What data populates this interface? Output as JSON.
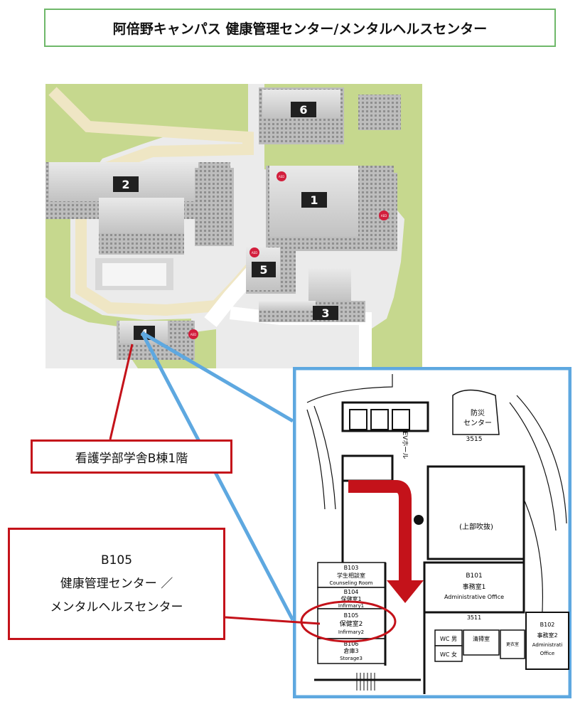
{
  "header": {
    "title": "阿倍野キャンパス 健康管理センター/メンタルヘルスセンター"
  },
  "campus_map": {
    "buildings": [
      "1",
      "2",
      "3",
      "4",
      "5",
      "6"
    ],
    "aed_label": "AED"
  },
  "callouts": {
    "floor": "看護学部学舎B棟1階",
    "room_code": "B105",
    "room_name_1": "健康管理センター ／",
    "room_name_2": "メンタルヘルスセンター"
  },
  "floor_plan": {
    "labels": {
      "bosai": "防災",
      "center": "センター",
      "r3515": "3515",
      "elevator_hall": "EVホール",
      "atrium": "(上部吹抜)",
      "b101": "B101",
      "office1": "事務室1",
      "admin_office": "Administrative Office",
      "b102": "B102",
      "office2": "事務室2",
      "admin_office2": "Administrati",
      "office_cut": "Office",
      "b103": "B103",
      "counsel_jp": "学生相談室",
      "counsel_en": "Counseling Room",
      "b104": "B104",
      "infirm1_jp": "保健室1",
      "infirm1_en": "Infirmary1",
      "b105": "B105",
      "infirm2_jp": "保健室2",
      "infirm2_en": "Infirmary2",
      "b106": "B106",
      "storage_jp": "倉庫3",
      "storage_en": "Storage3",
      "r3511": "3511",
      "wc_m": "WC 男",
      "wc_f": "WC 女",
      "cleaning": "清掃室",
      "locker": "更衣室"
    }
  },
  "colors": {
    "title_border": "#6fb86a",
    "callout_red": "#c4121a",
    "frame_blue": "#5ea8e0",
    "lawn": "#c6d88e",
    "path": "#efe6c4",
    "arrow_red": "#c4121a"
  }
}
